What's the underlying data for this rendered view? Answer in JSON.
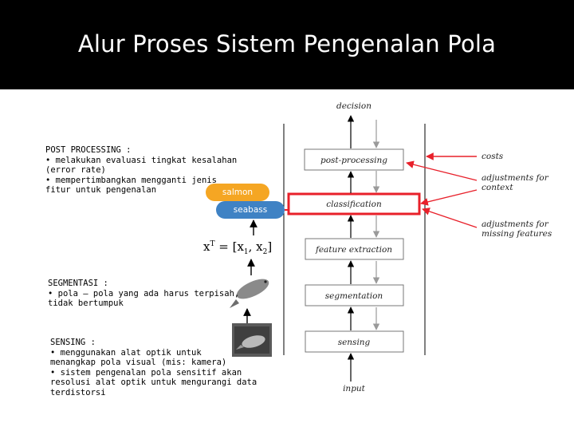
{
  "slide": {
    "title": "Alur Proses Sistem Pengenalan Pola"
  },
  "notes": {
    "post_processing": [
      "POST PROCESSING :",
      "• melakukan evaluasi tingkat kesalahan",
      "(error rate)",
      "• mempertimbangkan mengganti jenis",
      "fitur untuk pengenalan"
    ],
    "segmentation": [
      "SEGMENTASI :",
      "• pola – pola yang ada harus terpisah,",
      "tidak bertumpuk"
    ],
    "sensing": [
      "SENSING :",
      "• menggunakan alat optik untuk",
      "menangkap pola visual (mis: kamera)",
      "• sistem pengenalan pola sensitif akan",
      "resolusi alat optik untuk mengurangi data",
      "terdistorsi"
    ]
  },
  "classes": {
    "salmon": "salmon",
    "seabass": "seabass"
  },
  "formula": {
    "lhs": "x",
    "sup": "T",
    "mid": " = [x",
    "sub1": "1",
    "sep": ", x",
    "sub2": "2",
    "end": "]"
  },
  "diagram": {
    "decision": "decision",
    "stages": [
      "post-processing",
      "classification",
      "feature extraction",
      "segmentation",
      "sensing"
    ],
    "input": "input",
    "side_labels": {
      "costs": "costs",
      "context_1": "adjustments for",
      "context_2": "context",
      "missing_1": "adjustments for",
      "missing_2": "missing features"
    },
    "highlight_color": "#e8202a"
  }
}
